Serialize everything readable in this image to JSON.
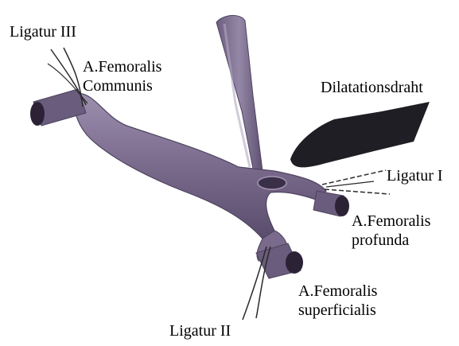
{
  "labels": {
    "ligatur_iii": "Ligatur III",
    "femoralis_communis": [
      "A.Femoralis",
      "Communis"
    ],
    "dilatationsdraht": "Dilatationsdraht",
    "ligatur_i": "Ligatur I",
    "femoralis_profunda": [
      "A.Femoralis",
      "profunda"
    ],
    "femoralis_superficialis": [
      "A.Femoralis",
      "superficialis"
    ],
    "ligatur_ii": "Ligatur II"
  },
  "colors": {
    "vessel": "#7d6d8e",
    "vessel_dark": "#4e4360",
    "vessel_light": "#a396b2",
    "wire": "#1e1e24",
    "thread": "#2a2a2a",
    "text": "#000000"
  }
}
